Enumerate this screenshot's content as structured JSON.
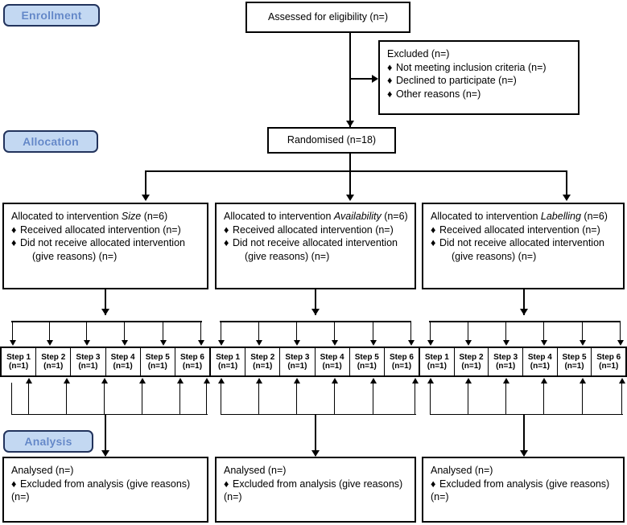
{
  "diagram": {
    "type": "consort-flow-diagram",
    "title": "CONSORT participant flow diagram"
  },
  "stages": [
    {
      "id": "enrollment",
      "label": "Enrollment"
    },
    {
      "id": "allocation",
      "label": "Allocation"
    },
    {
      "id": "analysis",
      "label": "Analysis"
    }
  ],
  "colors": {
    "stage_fill": "#c3d8f2",
    "stage_border": "#22335c",
    "stage_text": "#6287c8",
    "box_border": "#000000",
    "box_fill": "#ffffff",
    "connector": "#000000"
  },
  "enrollment": {
    "assessed": {
      "title": "Assessed for eligibility (n=)"
    },
    "excluded": {
      "title": "Excluded (n=)",
      "bullets": [
        "Not meeting inclusion criteria (n=)",
        "Declined to participate (n=)",
        "Other reasons (n=)"
      ]
    }
  },
  "randomised": {
    "label": "Randomised (n=18)"
  },
  "allocation_arms": [
    {
      "id": "size",
      "prefix": "Allocated to intervention ",
      "intervention": "Size",
      "suffix": " (n=6)",
      "bullets": [
        "Received allocated intervention (n=)",
        "Did not receive allocated intervention"
      ],
      "continuation": "(give reasons) (n=)"
    },
    {
      "id": "availability",
      "prefix": "Allocated to intervention ",
      "intervention": "Availability",
      "suffix": " (n=6)",
      "bullets": [
        "Received allocated intervention (n=)",
        "Did not receive allocated intervention"
      ],
      "continuation": "(give reasons) (n=)"
    },
    {
      "id": "labelling",
      "prefix": "Allocated to intervention ",
      "intervention": "Labelling",
      "suffix": " (n=6)",
      "bullets": [
        "Received allocated intervention (n=)",
        "Did not receive allocated intervention"
      ],
      "continuation": "(give reasons) (n=)"
    }
  ],
  "step_rows": [
    {
      "id": "steps-size",
      "steps": [
        {
          "name": "Step 1",
          "count": "(n=1)"
        },
        {
          "name": "Step 2",
          "count": "(n=1)"
        },
        {
          "name": "Step 3",
          "count": "(n=1)"
        },
        {
          "name": "Step 4",
          "count": "(n=1)"
        },
        {
          "name": "Step 5",
          "count": "(n=1)"
        },
        {
          "name": "Step 6",
          "count": "(n=1)"
        }
      ]
    },
    {
      "id": "steps-availability",
      "steps": [
        {
          "name": "Step 1",
          "count": "(n=1)"
        },
        {
          "name": "Step 2",
          "count": "(n=1)"
        },
        {
          "name": "Step 3",
          "count": "(n=1)"
        },
        {
          "name": "Step 4",
          "count": "(n=1)"
        },
        {
          "name": "Step 5",
          "count": "(n=1)"
        },
        {
          "name": "Step 6",
          "count": "(n=1)"
        }
      ]
    },
    {
      "id": "steps-labelling",
      "steps": [
        {
          "name": "Step 1",
          "count": "(n=1)"
        },
        {
          "name": "Step 2",
          "count": "(n=1)"
        },
        {
          "name": "Step 3",
          "count": "(n=1)"
        },
        {
          "name": "Step 4",
          "count": "(n=1)"
        },
        {
          "name": "Step 5",
          "count": "(n=1)"
        },
        {
          "name": "Step 6",
          "count": "(n=1)"
        }
      ]
    }
  ],
  "analysis_boxes": [
    {
      "id": "analysed-size",
      "title": "Analysed (n=)",
      "bullets": [
        "Excluded from analysis (give reasons)"
      ],
      "continuation": "(n=)"
    },
    {
      "id": "analysed-availability",
      "title": "Analysed (n=)",
      "bullets": [
        "Excluded from analysis (give reasons)"
      ],
      "continuation": "(n=)"
    },
    {
      "id": "analysed-labelling",
      "title": "Analysed (n=)",
      "bullets": [
        "Excluded from analysis (give reasons)"
      ],
      "continuation": "(n=)"
    }
  ],
  "glyphs": {
    "bullet": "♦"
  }
}
